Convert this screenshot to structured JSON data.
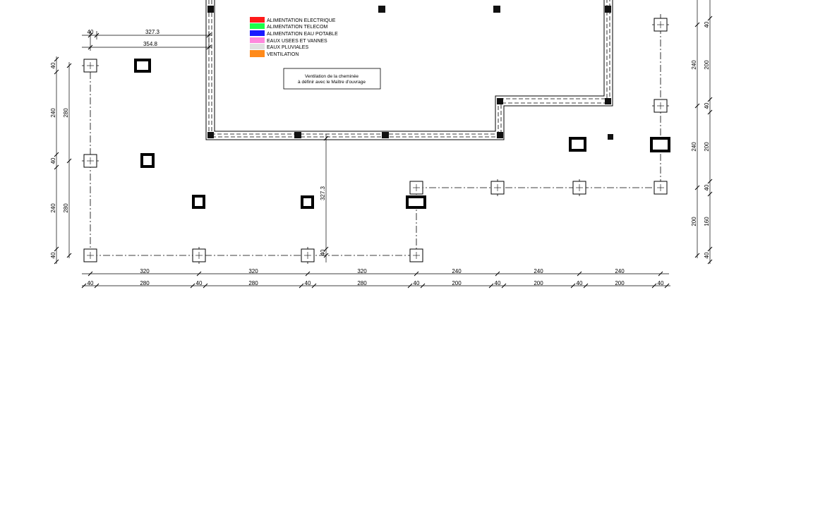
{
  "legend": {
    "items": [
      {
        "label": "ALIMENTATION ELECTRIQUE",
        "color": "#ff1a1a"
      },
      {
        "label": "ALIMENTATION TELECOM",
        "color": "#1aff4a"
      },
      {
        "label": "ALIMENTATION EAU POTABLE",
        "color": "#1a1aff"
      },
      {
        "label": "EAUX USEES ET VANNES",
        "color": "#ff88dd"
      },
      {
        "label": "EAUX PLUVIALES",
        "color": "#e0e0e0"
      },
      {
        "label": "VENTILATION",
        "color": "#ff8a1a"
      }
    ]
  },
  "note": {
    "line1": "Ventilation de la cheminée",
    "line2": "à définir avec le Maître d'ouvrage"
  },
  "dimensions": {
    "top_small": "40",
    "top_a": "327.3",
    "top_b": "354.8",
    "left_outer": [
      "40",
      "240",
      "40",
      "240",
      "40"
    ],
    "left_inner": [
      "280",
      "280"
    ],
    "right_outer": [
      "240",
      "240",
      "200"
    ],
    "right_inner": [
      "40",
      "200",
      "40",
      "200",
      "40",
      "160",
      "40"
    ],
    "vertical_mid": "327.3",
    "vertical_mid_small": "40",
    "bottom_axis": [
      "320",
      "320",
      "320",
      "240",
      "240",
      "240"
    ],
    "bottom_detail": [
      "40",
      "280",
      "40",
      "280",
      "40",
      "280",
      "40",
      "200",
      "40",
      "200",
      "40",
      "200",
      "40"
    ]
  }
}
